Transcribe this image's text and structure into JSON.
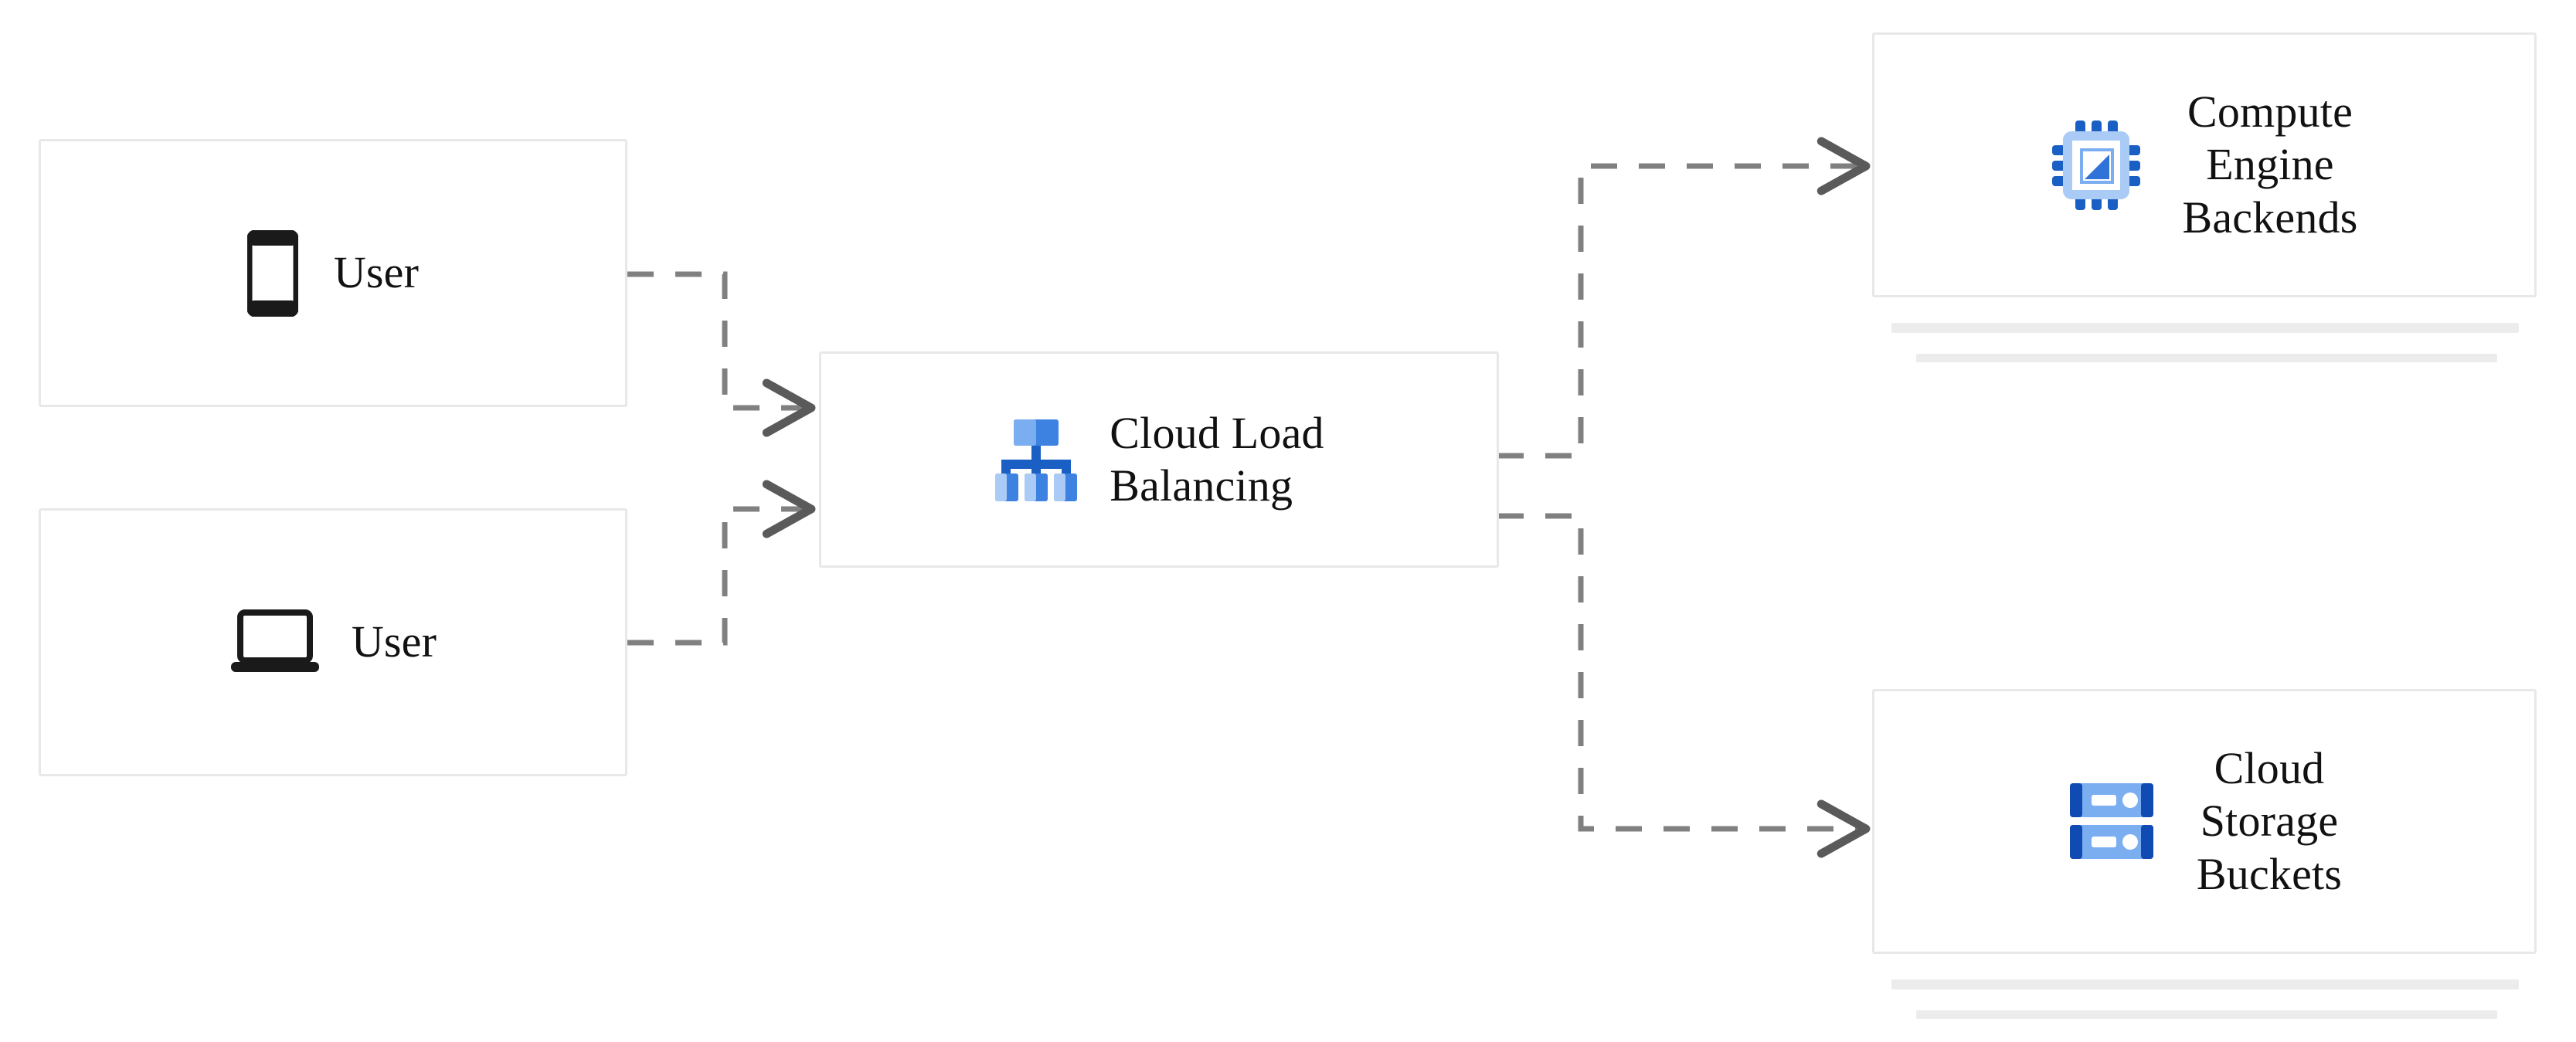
{
  "diagram": {
    "type": "architecture-flow",
    "title": "Cloud Load Balancing architecture",
    "background_color": "#ffffff",
    "box_border_color": "#e8e8e8",
    "connector_color": "#808080",
    "connector_style": "dashed",
    "arrowhead_style": "open-chevron",
    "icon_accent_color": "#1a5fc4",
    "icon_accent_light": "#7aaef0",
    "device_icon_color": "#1a1a1a",
    "stack_shadow_color": "#ececec"
  },
  "nodes": [
    {
      "id": "user-mobile",
      "label": "User",
      "icon": "mobile-phone-icon",
      "label_align": "left",
      "stacked": false
    },
    {
      "id": "user-laptop",
      "label": "User",
      "icon": "laptop-icon",
      "label_align": "left",
      "stacked": false
    },
    {
      "id": "cloud-load-balancing",
      "label": "Cloud Load\nBalancing",
      "icon": "cloud-load-balancing-icon",
      "label_align": "left",
      "stacked": false
    },
    {
      "id": "compute-engine-backends",
      "label": "Compute\nEngine\nBackends",
      "icon": "cpu-chip-icon",
      "label_align": "center",
      "stacked": true
    },
    {
      "id": "cloud-storage-buckets",
      "label": "Cloud\nStorage\nBuckets",
      "icon": "storage-server-icon",
      "label_align": "center",
      "stacked": true
    }
  ],
  "edges": [
    {
      "id": "edge-mobile-to-lb",
      "from": "user-mobile",
      "to": "cloud-load-balancing",
      "style": "dashed",
      "arrow": true
    },
    {
      "id": "edge-laptop-to-lb",
      "from": "user-laptop",
      "to": "cloud-load-balancing",
      "style": "dashed",
      "arrow": true
    },
    {
      "id": "edge-lb-to-compute",
      "from": "cloud-load-balancing",
      "to": "compute-engine-backends",
      "style": "dashed",
      "arrow": true
    },
    {
      "id": "edge-lb-to-storage",
      "from": "cloud-load-balancing",
      "to": "cloud-storage-buckets",
      "style": "dashed",
      "arrow": true
    }
  ]
}
